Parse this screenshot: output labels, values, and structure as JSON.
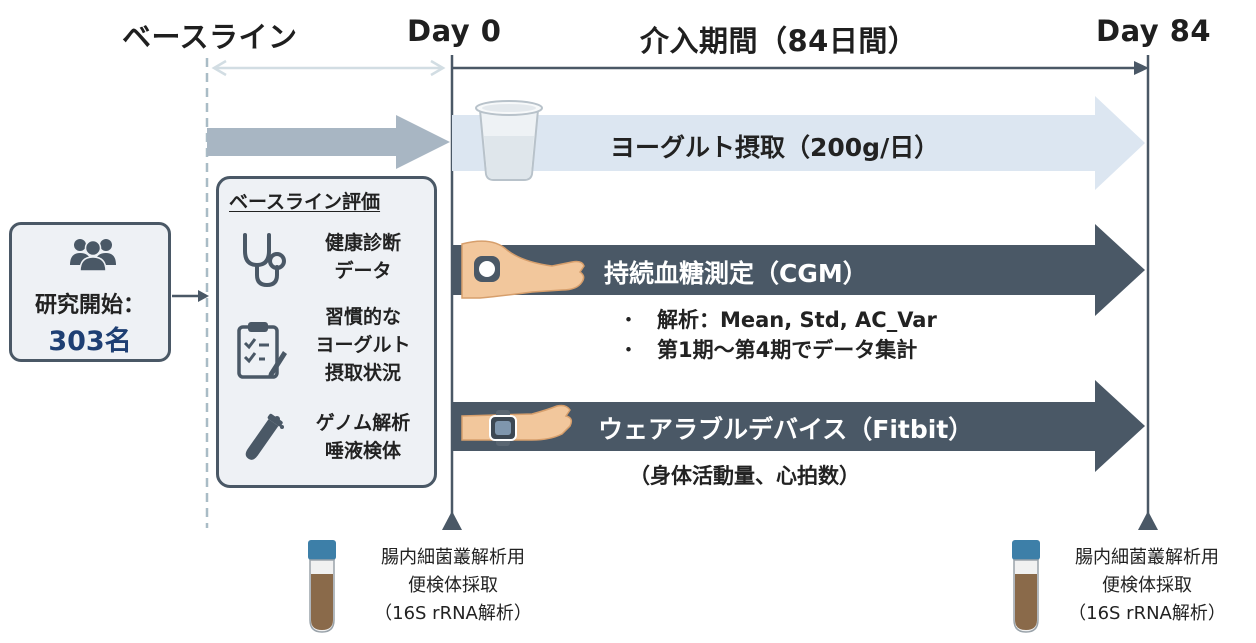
{
  "headers": {
    "baseline": "ベースライン",
    "day0": "Day 0",
    "intervention": "介入期間（84日間）",
    "day84": "Day 84"
  },
  "start_box": {
    "label": "研究開始：",
    "count": "303名",
    "icon": "people-group-icon"
  },
  "baseline_eval": {
    "title": "ベースライン評価",
    "items": [
      {
        "icon": "stethoscope-icon",
        "lines": [
          "健康診断",
          "データ"
        ]
      },
      {
        "icon": "clipboard-icon",
        "lines": [
          "習慣的な",
          "ヨーグルト",
          "摂取状況"
        ]
      },
      {
        "icon": "test-tube-icon",
        "lines": [
          "ゲノム解析",
          "唾液検体"
        ]
      }
    ]
  },
  "arrows": {
    "yogurt": {
      "label": "ヨーグルト摂取（200g/日）",
      "icon": "yogurt-cup-icon"
    },
    "cgm": {
      "label": "持続血糖測定（CGM）",
      "icon": "arm-sensor-icon",
      "bullets": [
        "解析：Mean, Std, AC_Var",
        "第1期〜第4期でデータ集計"
      ]
    },
    "wearable": {
      "label": "ウェアラブルデバイス（Fitbit）",
      "icon": "wrist-watch-icon",
      "sub": "（身体活動量、心拍数）"
    }
  },
  "samples": {
    "day0": {
      "lines": [
        "腸内細菌叢解析用",
        "便検体採取",
        "（16S rRNA解析）"
      ],
      "icon": "stool-tube-icon"
    },
    "day84": {
      "lines": [
        "腸内細菌叢解析用",
        "便検体採取",
        "（16S rRNA解析）"
      ],
      "icon": "stool-tube-icon"
    }
  },
  "colors": {
    "dark": "#4a5866",
    "baseline_arrow": "#a8b6c3",
    "yogurt_arrow": "#dce6f1",
    "dashed": "#a9bcc6"
  }
}
